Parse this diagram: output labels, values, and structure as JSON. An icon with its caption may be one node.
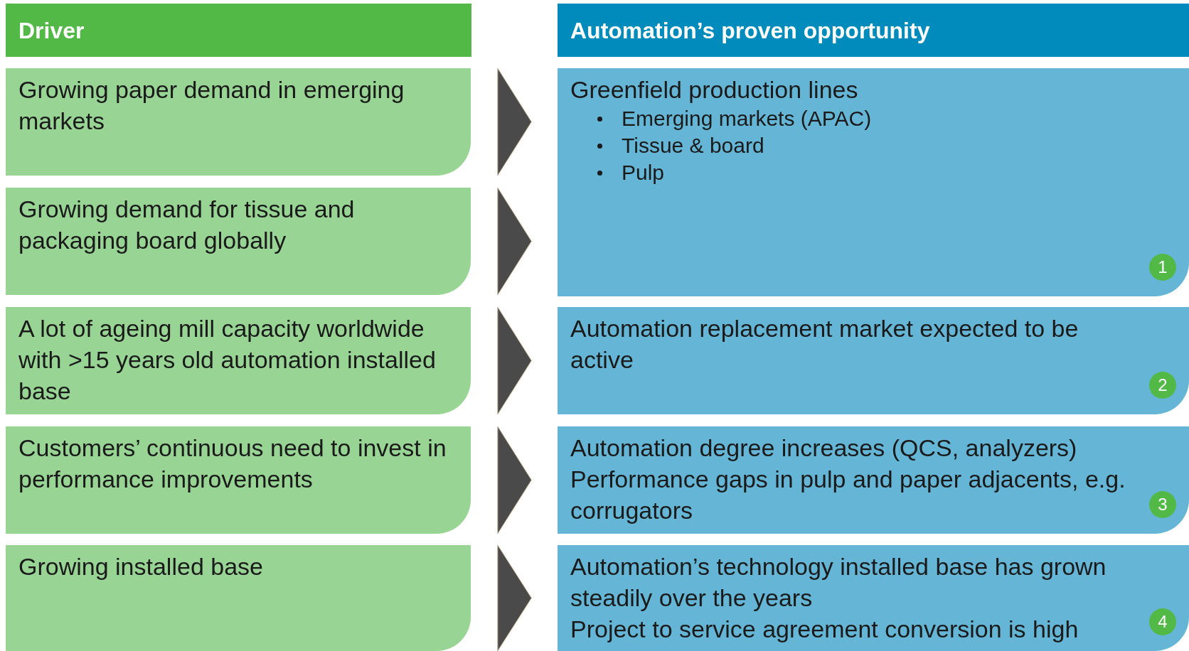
{
  "diagram": {
    "nodes": [
      {
        "text": [
          "Driver"
        ]
      },
      {
        "text": [
          "Automation’s proven opportunity"
        ]
      },
      {
        "text": [
          "Growing paper demand in emerging markets"
        ]
      },
      {
        "text": [
          "Growing demand for tissue and packaging board globally"
        ]
      },
      {
        "text": [
          "A lot of ageing mill capacity worldwide with >15 years old automation installed base"
        ]
      },
      {
        "text": [
          "Customers’ continuous need to invest in performance improvements"
        ]
      },
      {
        "text": [
          "Growing installed base"
        ]
      },
      {
        "text": [
          "Greenfield production lines",
          "Emerging markets (APAC)",
          "Tissue & board",
          "Pulp"
        ]
      },
      {
        "text": [
          "1"
        ],
        "in": 7
      },
      {
        "text": [
          "Automation replacement market expected to be active"
        ]
      },
      {
        "text": [
          "2"
        ],
        "in": 9
      },
      {
        "text": [
          "Automation degree increases (QCS, analyzers)",
          "Performance gaps in pulp and paper adjacents, e.g. corrugators"
        ]
      },
      {
        "text": [
          "3"
        ],
        "in": 11
      },
      {
        "text": [
          "Automation’s technology installed base has grown steadily over the years",
          "Project to service agreement conversion is high"
        ]
      },
      {
        "text": [
          "4"
        ],
        "in": 13
      }
    ],
    "edges": [
      {
        "from": 2,
        "to": 7,
        "arrow": "to"
      },
      {
        "from": 3,
        "to": 7,
        "arrow": "to"
      },
      {
        "from": 4,
        "to": 9,
        "arrow": "to"
      },
      {
        "from": 5,
        "to": 11,
        "arrow": "to"
      },
      {
        "from": 6,
        "to": 13,
        "arrow": "to"
      }
    ]
  }
}
